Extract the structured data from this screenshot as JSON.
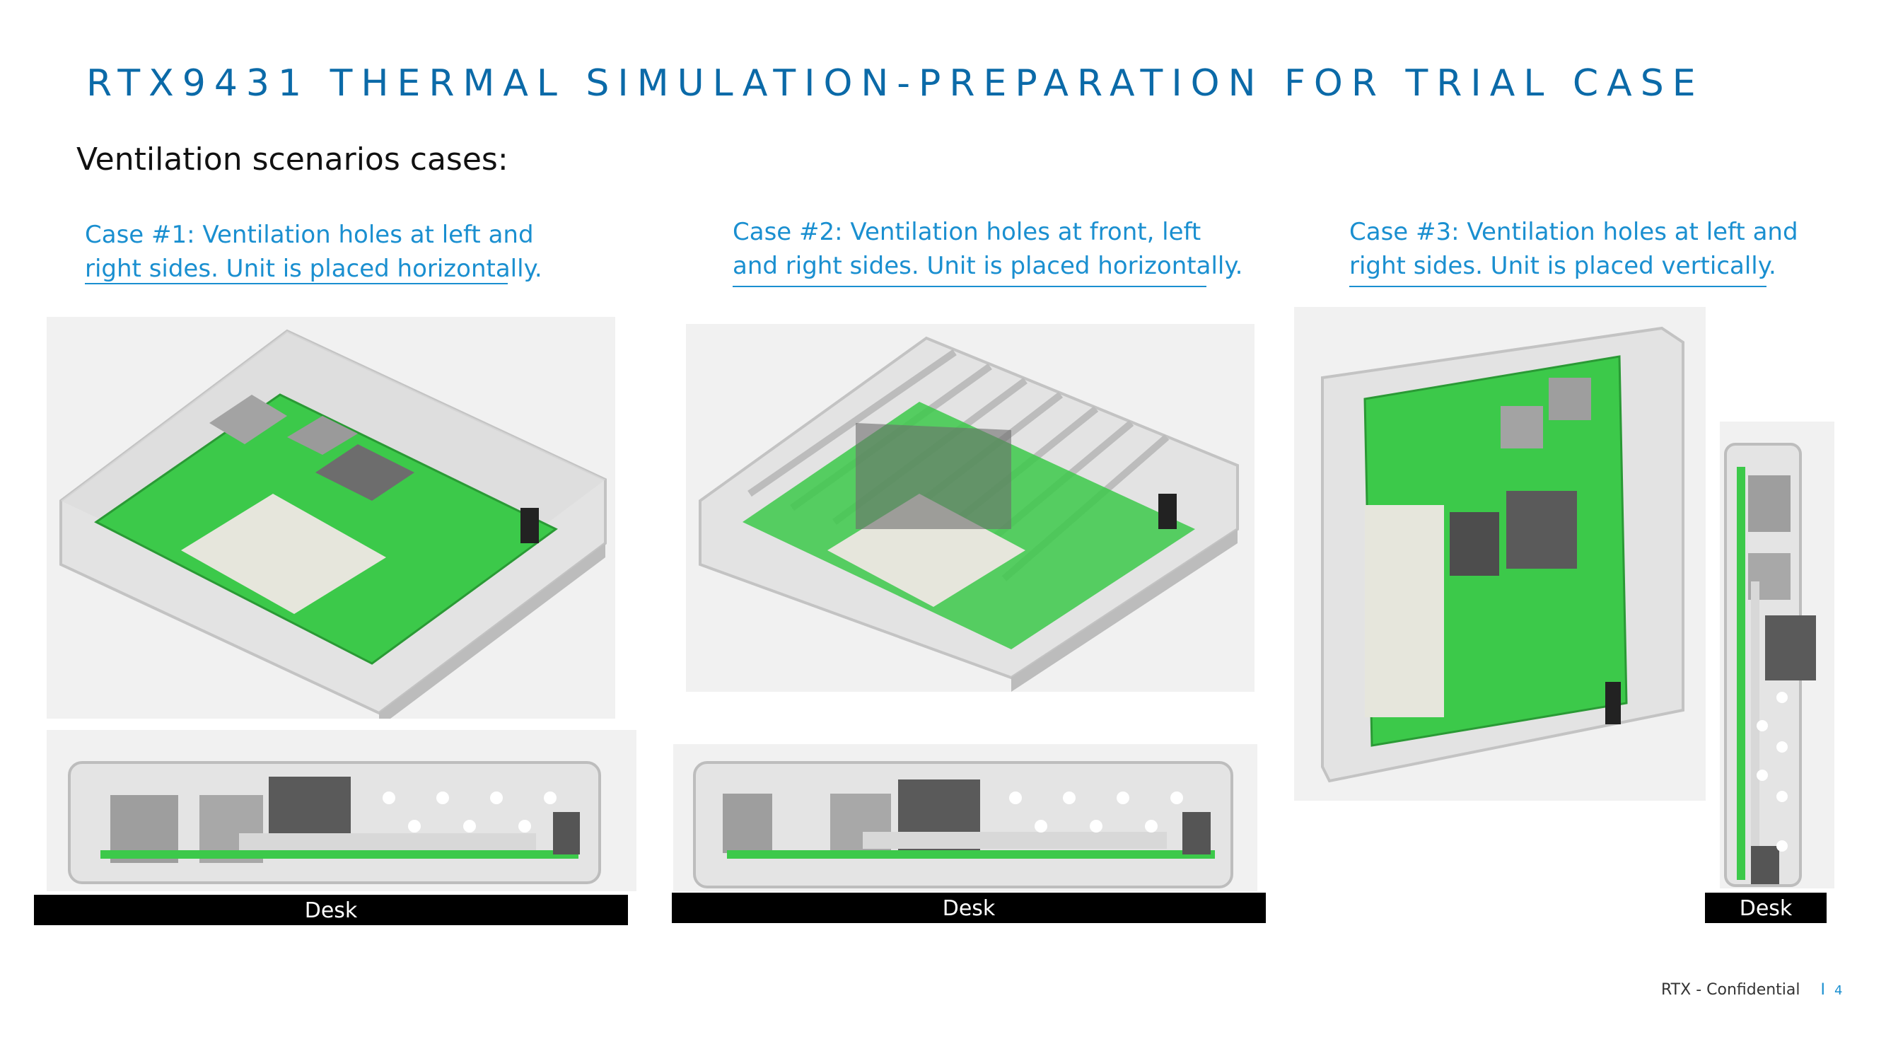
{
  "title": "RTX9431 THERMAL SIMULATION-PREPARATION FOR TRIAL CASE",
  "subtitle": "Ventilation scenarios cases:",
  "cases": [
    {
      "line1": "Case #1: Ventilation holes at left and",
      "line2": "right sides. Unit is placed horizontally."
    },
    {
      "line1": "Case #2: Ventilation holes at front, left",
      "line2": "and right sides. Unit is placed horizontally."
    },
    {
      "line1": "Case #3: Ventilation holes at left and",
      "line2": "right sides. Unit is placed vertically."
    }
  ],
  "desk_label": "Desk",
  "footer": {
    "text": "RTX - Confidential",
    "separator": "I",
    "page": "4"
  },
  "colors": {
    "title": "#0b6aa8",
    "case_text": "#1a8fd0",
    "pcb": "#3cc94a",
    "enclosure": "#d9d9d9",
    "desk": "#000000"
  }
}
